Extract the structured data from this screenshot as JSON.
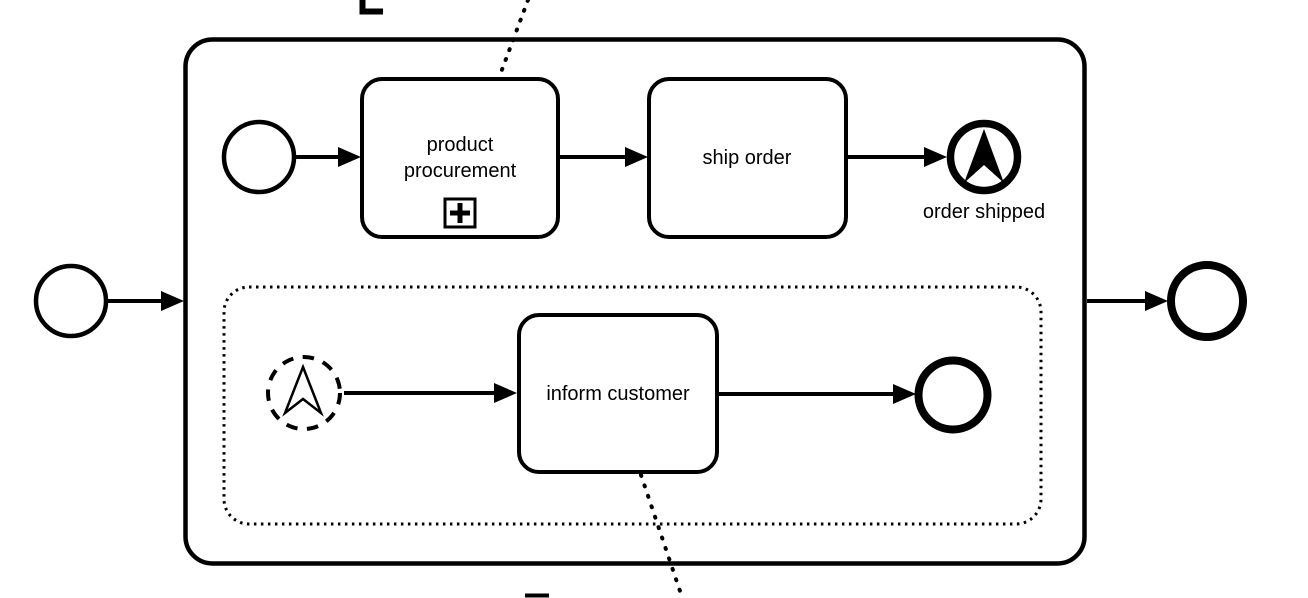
{
  "diagram": {
    "kind": "bpmn-process-diagram",
    "colors": {
      "stroke": "#000000",
      "background": "#ffffff"
    },
    "main_subprocess": {
      "tasks": {
        "product_procurement": {
          "label_lines": [
            "product",
            "procurement"
          ],
          "marker_icon": "plus-subprocess-marker-icon"
        },
        "ship_order": {
          "label": "ship order"
        }
      },
      "events": {
        "start": {
          "icon": "plain-circle"
        },
        "order_shipped": {
          "label": "order shipped",
          "icon": "escalation-throw-icon"
        }
      }
    },
    "event_subprocess": {
      "start_event": {
        "icon": "escalation-catch-icon",
        "style": "dashed-non-interrupting"
      },
      "tasks": {
        "inform_customer": {
          "label": "inform customer"
        }
      },
      "end_event": {
        "icon": "plain-thick-circle"
      }
    },
    "outer_events": {
      "start": {
        "icon": "plain-circle"
      },
      "end": {
        "icon": "plain-thick-circle"
      }
    }
  }
}
